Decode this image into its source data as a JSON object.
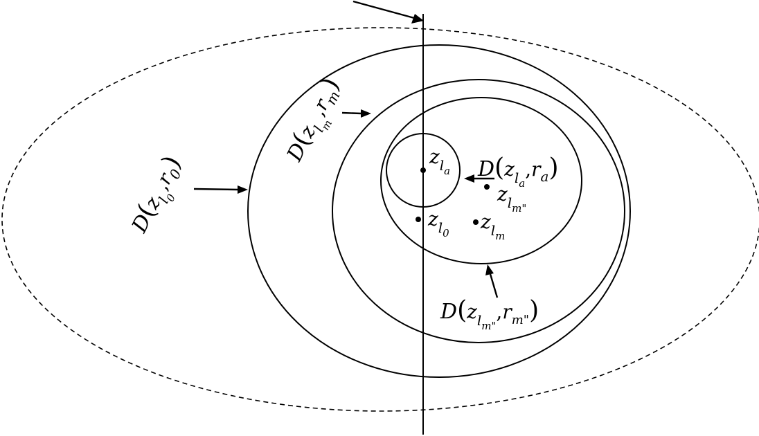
{
  "diagram": {
    "points": {
      "z_la": "z_{l_a}",
      "z_l0": "z_{l_0}",
      "z_lm": "z_{l_m}",
      "z_lm2": "z_{l_m\"}"
    },
    "discs": {
      "d0": "D(z_{l_0}, r_0)",
      "dm": "D(z_{l_m}, r_m)",
      "da": "D(z_{l_a}, r_a)",
      "dm2": "D(z_{l_m\"}, r_m\")"
    },
    "glyphs": {
      "D": "D",
      "lp": "(",
      "rp": ")",
      "comma": ",",
      "z": "z",
      "l": "l",
      "r": "r",
      "a": "a",
      "zero": "0",
      "m": "m",
      "mpp": "m\""
    }
  }
}
